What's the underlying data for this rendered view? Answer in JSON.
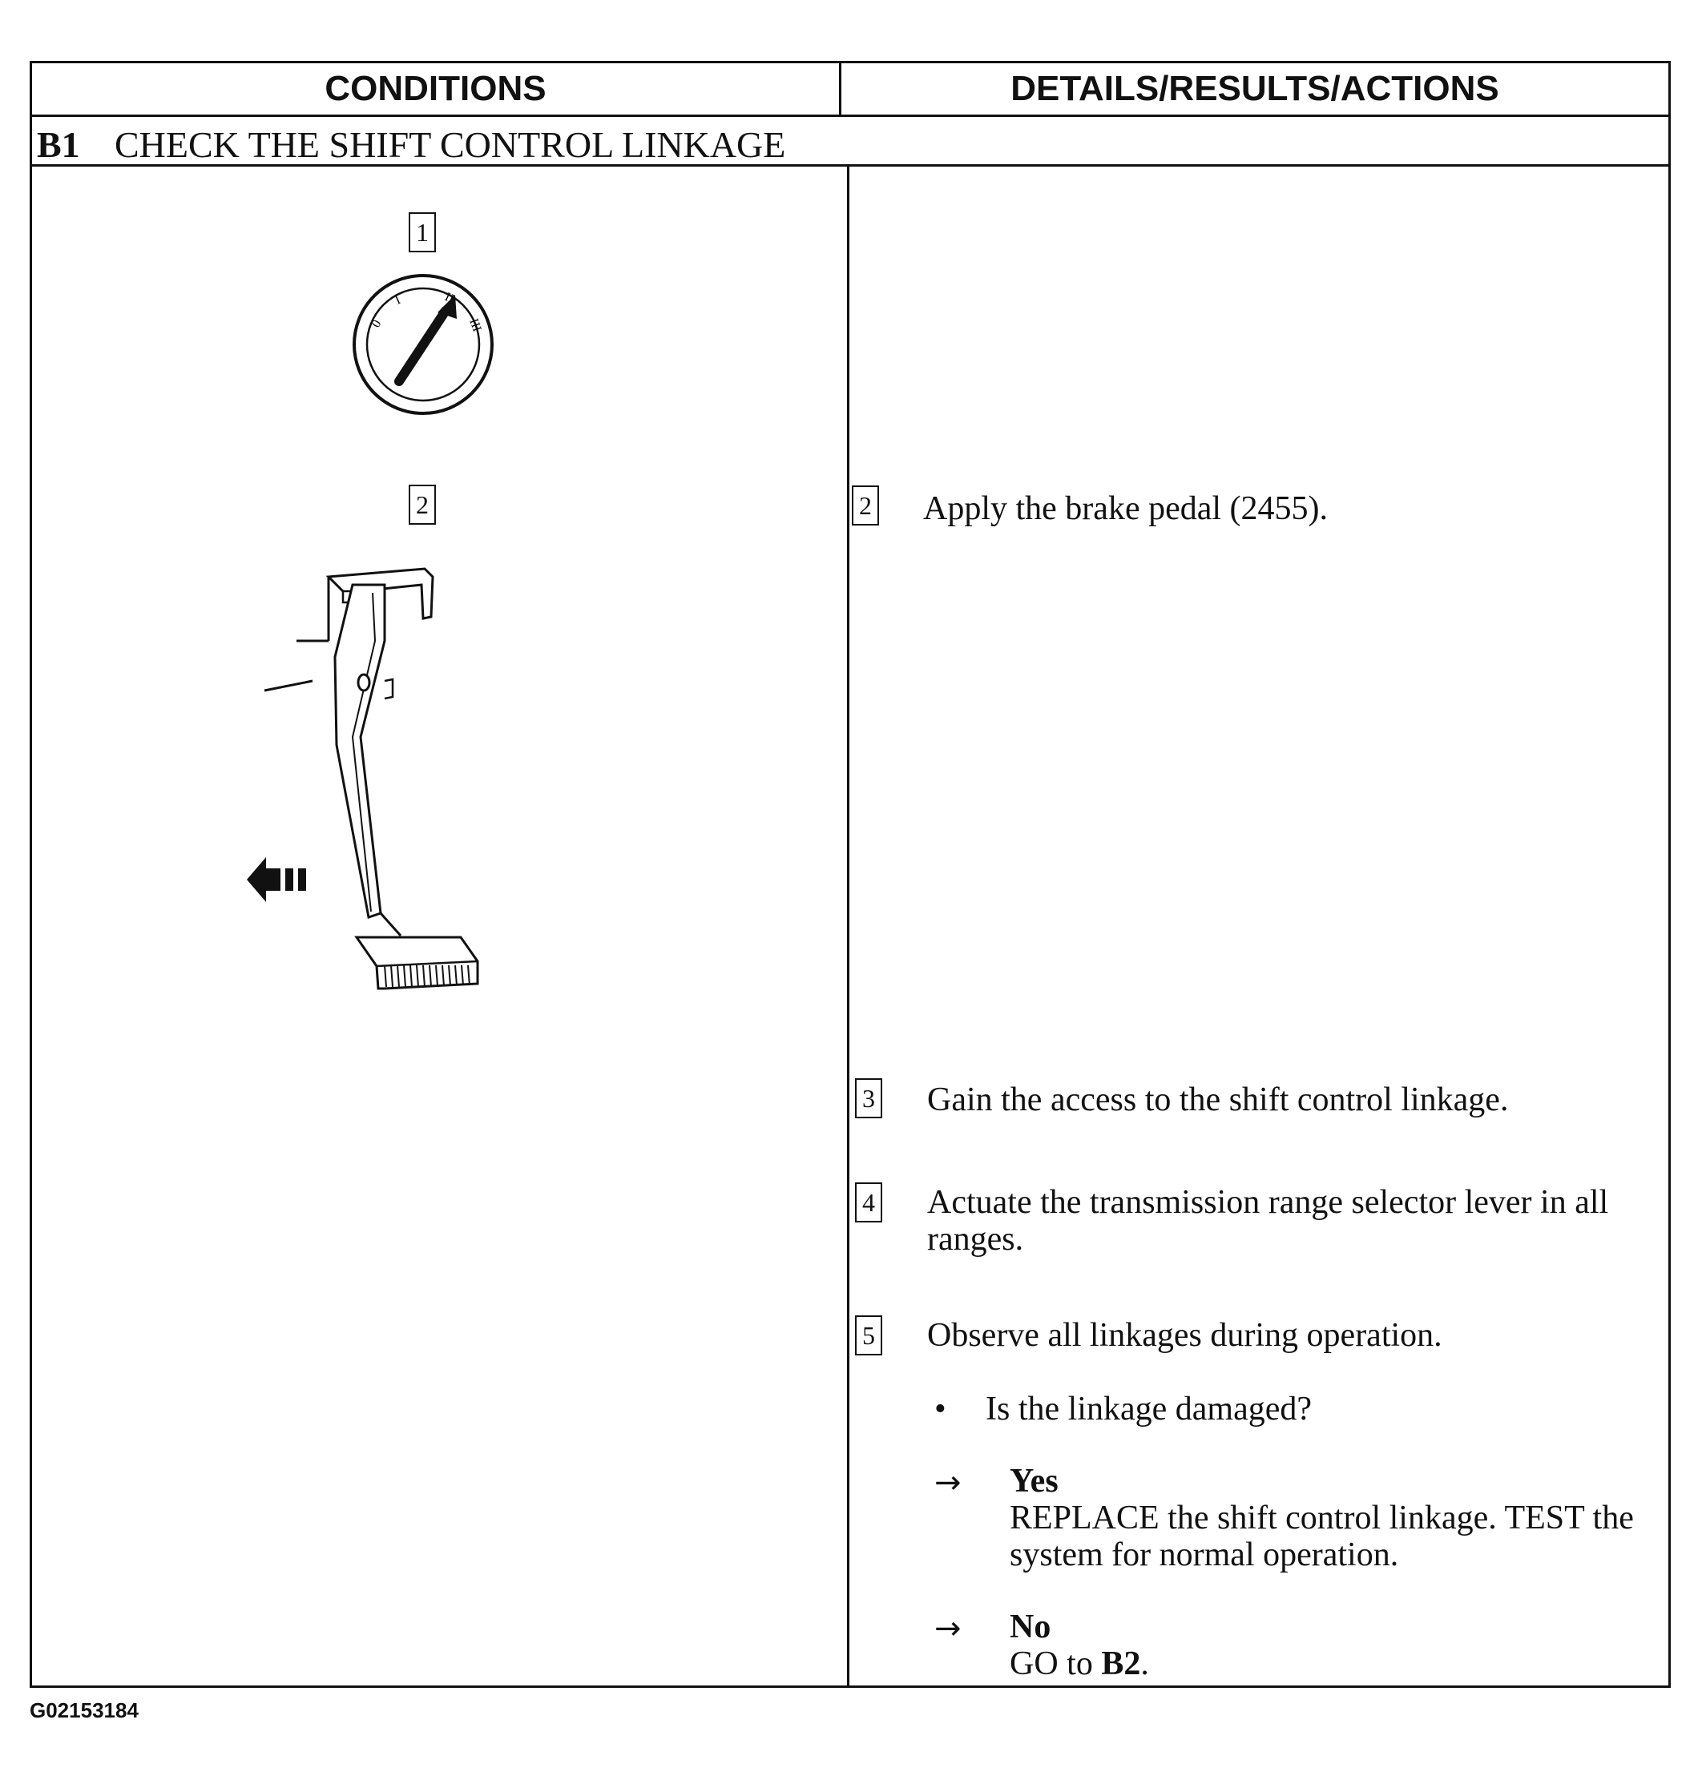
{
  "table": {
    "headers": {
      "conditions": "CONDITIONS",
      "details": "DETAILS/RESULTS/ACTIONS"
    },
    "section": {
      "code": "B1",
      "title": "CHECK THE SHIFT CONTROL LINKAGE"
    }
  },
  "figures": {
    "ignition_label": "1",
    "ignition_marks": [
      "0",
      "I",
      "II",
      "III"
    ],
    "pedal_label": "2"
  },
  "steps": [
    {
      "num": "2",
      "text": "Apply the brake pedal (2455)."
    },
    {
      "num": "3",
      "text": "Gain the access to the shift control linkage."
    },
    {
      "num": "4",
      "text": "Actuate the transmission range selector lever in all ranges."
    },
    {
      "num": "5",
      "text": "Observe all linkages during operation."
    }
  ],
  "question": "Is the linkage damaged?",
  "answers": {
    "yes": {
      "label": "Yes",
      "text": "REPLACE the shift control linkage. TEST the system for normal operation."
    },
    "no": {
      "label": "No",
      "text_prefix": "GO to ",
      "target": "B2",
      "text_suffix": "."
    }
  },
  "footer": {
    "figure_id": "G02153184"
  }
}
